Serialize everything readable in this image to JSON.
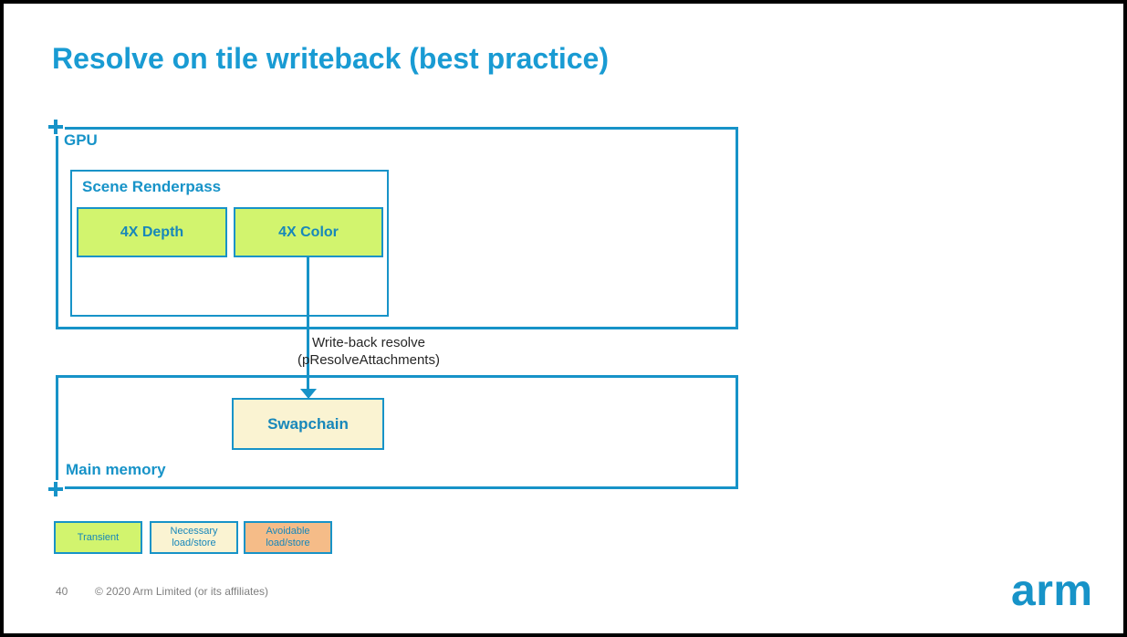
{
  "slide": {
    "title": "Resolve on tile writeback (best practice)",
    "footer": {
      "page_number": "40",
      "copyright": "© 2020 Arm Limited (or its affiliates)"
    },
    "logo_text": "arm"
  },
  "diagram": {
    "gpu": {
      "label": "GPU"
    },
    "scene_renderpass": {
      "label": "Scene Renderpass"
    },
    "attachments": {
      "depth": "4X Depth",
      "color": "4X Color"
    },
    "arrow": {
      "label_line1": "Write-back resolve",
      "label_line2": "(pResolveAttachments)"
    },
    "swapchain": {
      "label": "Swapchain"
    },
    "main_memory": {
      "label": "Main memory"
    }
  },
  "legend": {
    "items": [
      {
        "label": "Transient",
        "fill": "#d2f46e"
      },
      {
        "label": "Necessary load/store",
        "fill": "#faf3d2"
      },
      {
        "label": "Avoidable load/store",
        "fill": "#f5bc88"
      }
    ]
  },
  "colors": {
    "teal": "#1793c8",
    "title_blue": "#199bd3",
    "transient_green": "#d2f46e",
    "necessary_cream": "#faf3d2",
    "avoidable_orange": "#f5bc88",
    "arrow_label_dark": "#262626",
    "footer_gray": "#7f7f7f"
  }
}
